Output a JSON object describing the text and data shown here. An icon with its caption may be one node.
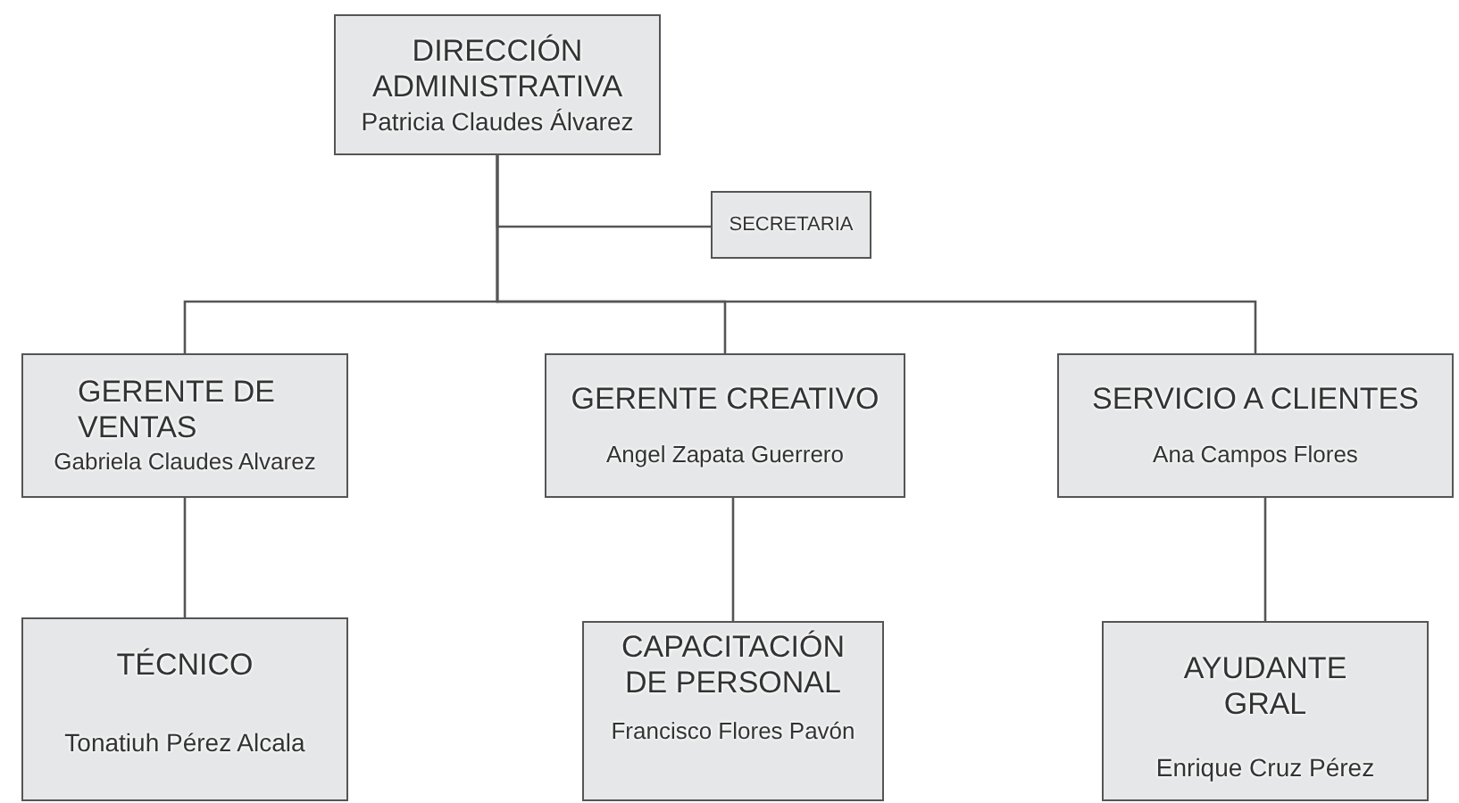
{
  "diagram": {
    "nodes": [
      {
        "text": [
          "DIRECCIÓN ADMINISTRATIVA",
          "Patricia Claudes Álvarez"
        ]
      },
      {
        "text": [
          "SECRETARIA"
        ]
      },
      {
        "text": [
          "GERENTE DE VENTAS",
          "Gabriela Claudes Alvarez"
        ]
      },
      {
        "text": [
          "GERENTE CREATIVO",
          "Angel Zapata Guerrero"
        ]
      },
      {
        "text": [
          "SERVICIO A CLIENTES",
          "Ana Campos Flores"
        ]
      },
      {
        "text": [
          "TÉCNICO",
          "Tonatiuh Pérez Alcala"
        ]
      },
      {
        "text": [
          "CAPACITACIÓN DE PERSONAL",
          "Francisco Flores Pavón"
        ]
      },
      {
        "text": [
          "AYUDANTE GRAL",
          "Enrique Cruz Pérez"
        ]
      }
    ],
    "edges": [
      {
        "from": 0,
        "to": 1,
        "arrow": "none"
      },
      {
        "from": 0,
        "to": 2,
        "arrow": "none"
      },
      {
        "from": 0,
        "to": 3,
        "arrow": "none"
      },
      {
        "from": 0,
        "to": 4,
        "arrow": "none"
      },
      {
        "from": 2,
        "to": 5,
        "arrow": "none"
      },
      {
        "from": 3,
        "to": 6,
        "arrow": "none"
      },
      {
        "from": 4,
        "to": 7,
        "arrow": "none"
      }
    ]
  }
}
